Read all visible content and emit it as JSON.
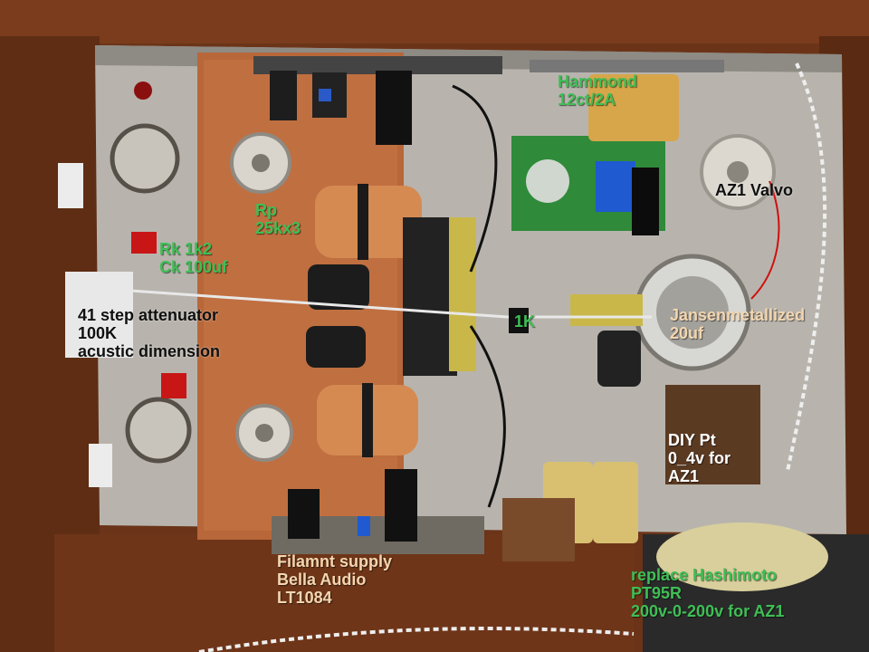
{
  "colors": {
    "wood": "#6b3418",
    "wood_dark": "#3a1c0e",
    "chassis": "#b8b4ad",
    "copper": "#b8673a",
    "pcb_green": "#2f8a3a",
    "label_green": "#3fbf55",
    "label_white": "#ffffff",
    "label_peach": "#f3d6b0",
    "label_black": "#101010"
  },
  "labels": {
    "hammond": [
      "Hammond",
      "12ct/2A"
    ],
    "az1_valvo": [
      "AZ1 Valvo"
    ],
    "rk_ck": [
      "Rk 1k2",
      "Ck 100uf"
    ],
    "rp": [
      "Rp",
      "25kx3"
    ],
    "attenuator": [
      "41 step attenuator",
      "100K",
      "acustic dimension"
    ],
    "resistor_1k": [
      "1K"
    ],
    "jansen": [
      "Jansenmetallized",
      "20uf"
    ],
    "diy_pt": [
      "DIY Pt",
      "0_4v for",
      "AZ1"
    ],
    "filament": [
      "Filamnt supply",
      "Bella Audio",
      "LT1084"
    ],
    "hashimoto": [
      "replace Hashimoto",
      "PT95R",
      "200v-0-200v for AZ1"
    ]
  }
}
